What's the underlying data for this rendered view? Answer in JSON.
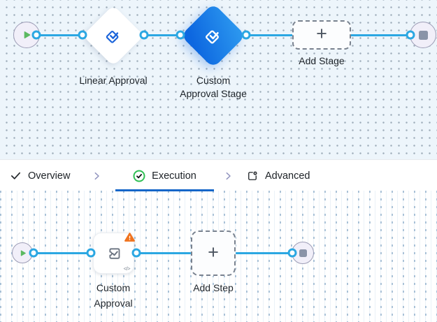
{
  "colors": {
    "line_blue": "#2BA7E2",
    "underline_blue": "#1566C9",
    "diamond_blue_gradient_start": "#2E9BF0",
    "diamond_blue_gradient_end": "#0D67E0",
    "warning_orange": "#F0731E",
    "success_green": "#2EBF53",
    "play_green": "#5CB961",
    "canvas_top_bg": "#EDF5FB"
  },
  "top_canvas": {
    "stages": {
      "linear": {
        "label": "Linear Approval"
      },
      "custom": {
        "line1": "Custom",
        "line2": "Approval Stage"
      }
    },
    "add_stage": {
      "label": "Add Stage",
      "plus": "+"
    }
  },
  "tabs": {
    "overview": "Overview",
    "execution": "Execution",
    "advanced": "Advanced"
  },
  "bottom_canvas": {
    "step": {
      "line1": "Custom",
      "line2": "Approval"
    },
    "add_step": {
      "label": "Add Step",
      "plus": "+"
    },
    "code_badge": "</>"
  }
}
